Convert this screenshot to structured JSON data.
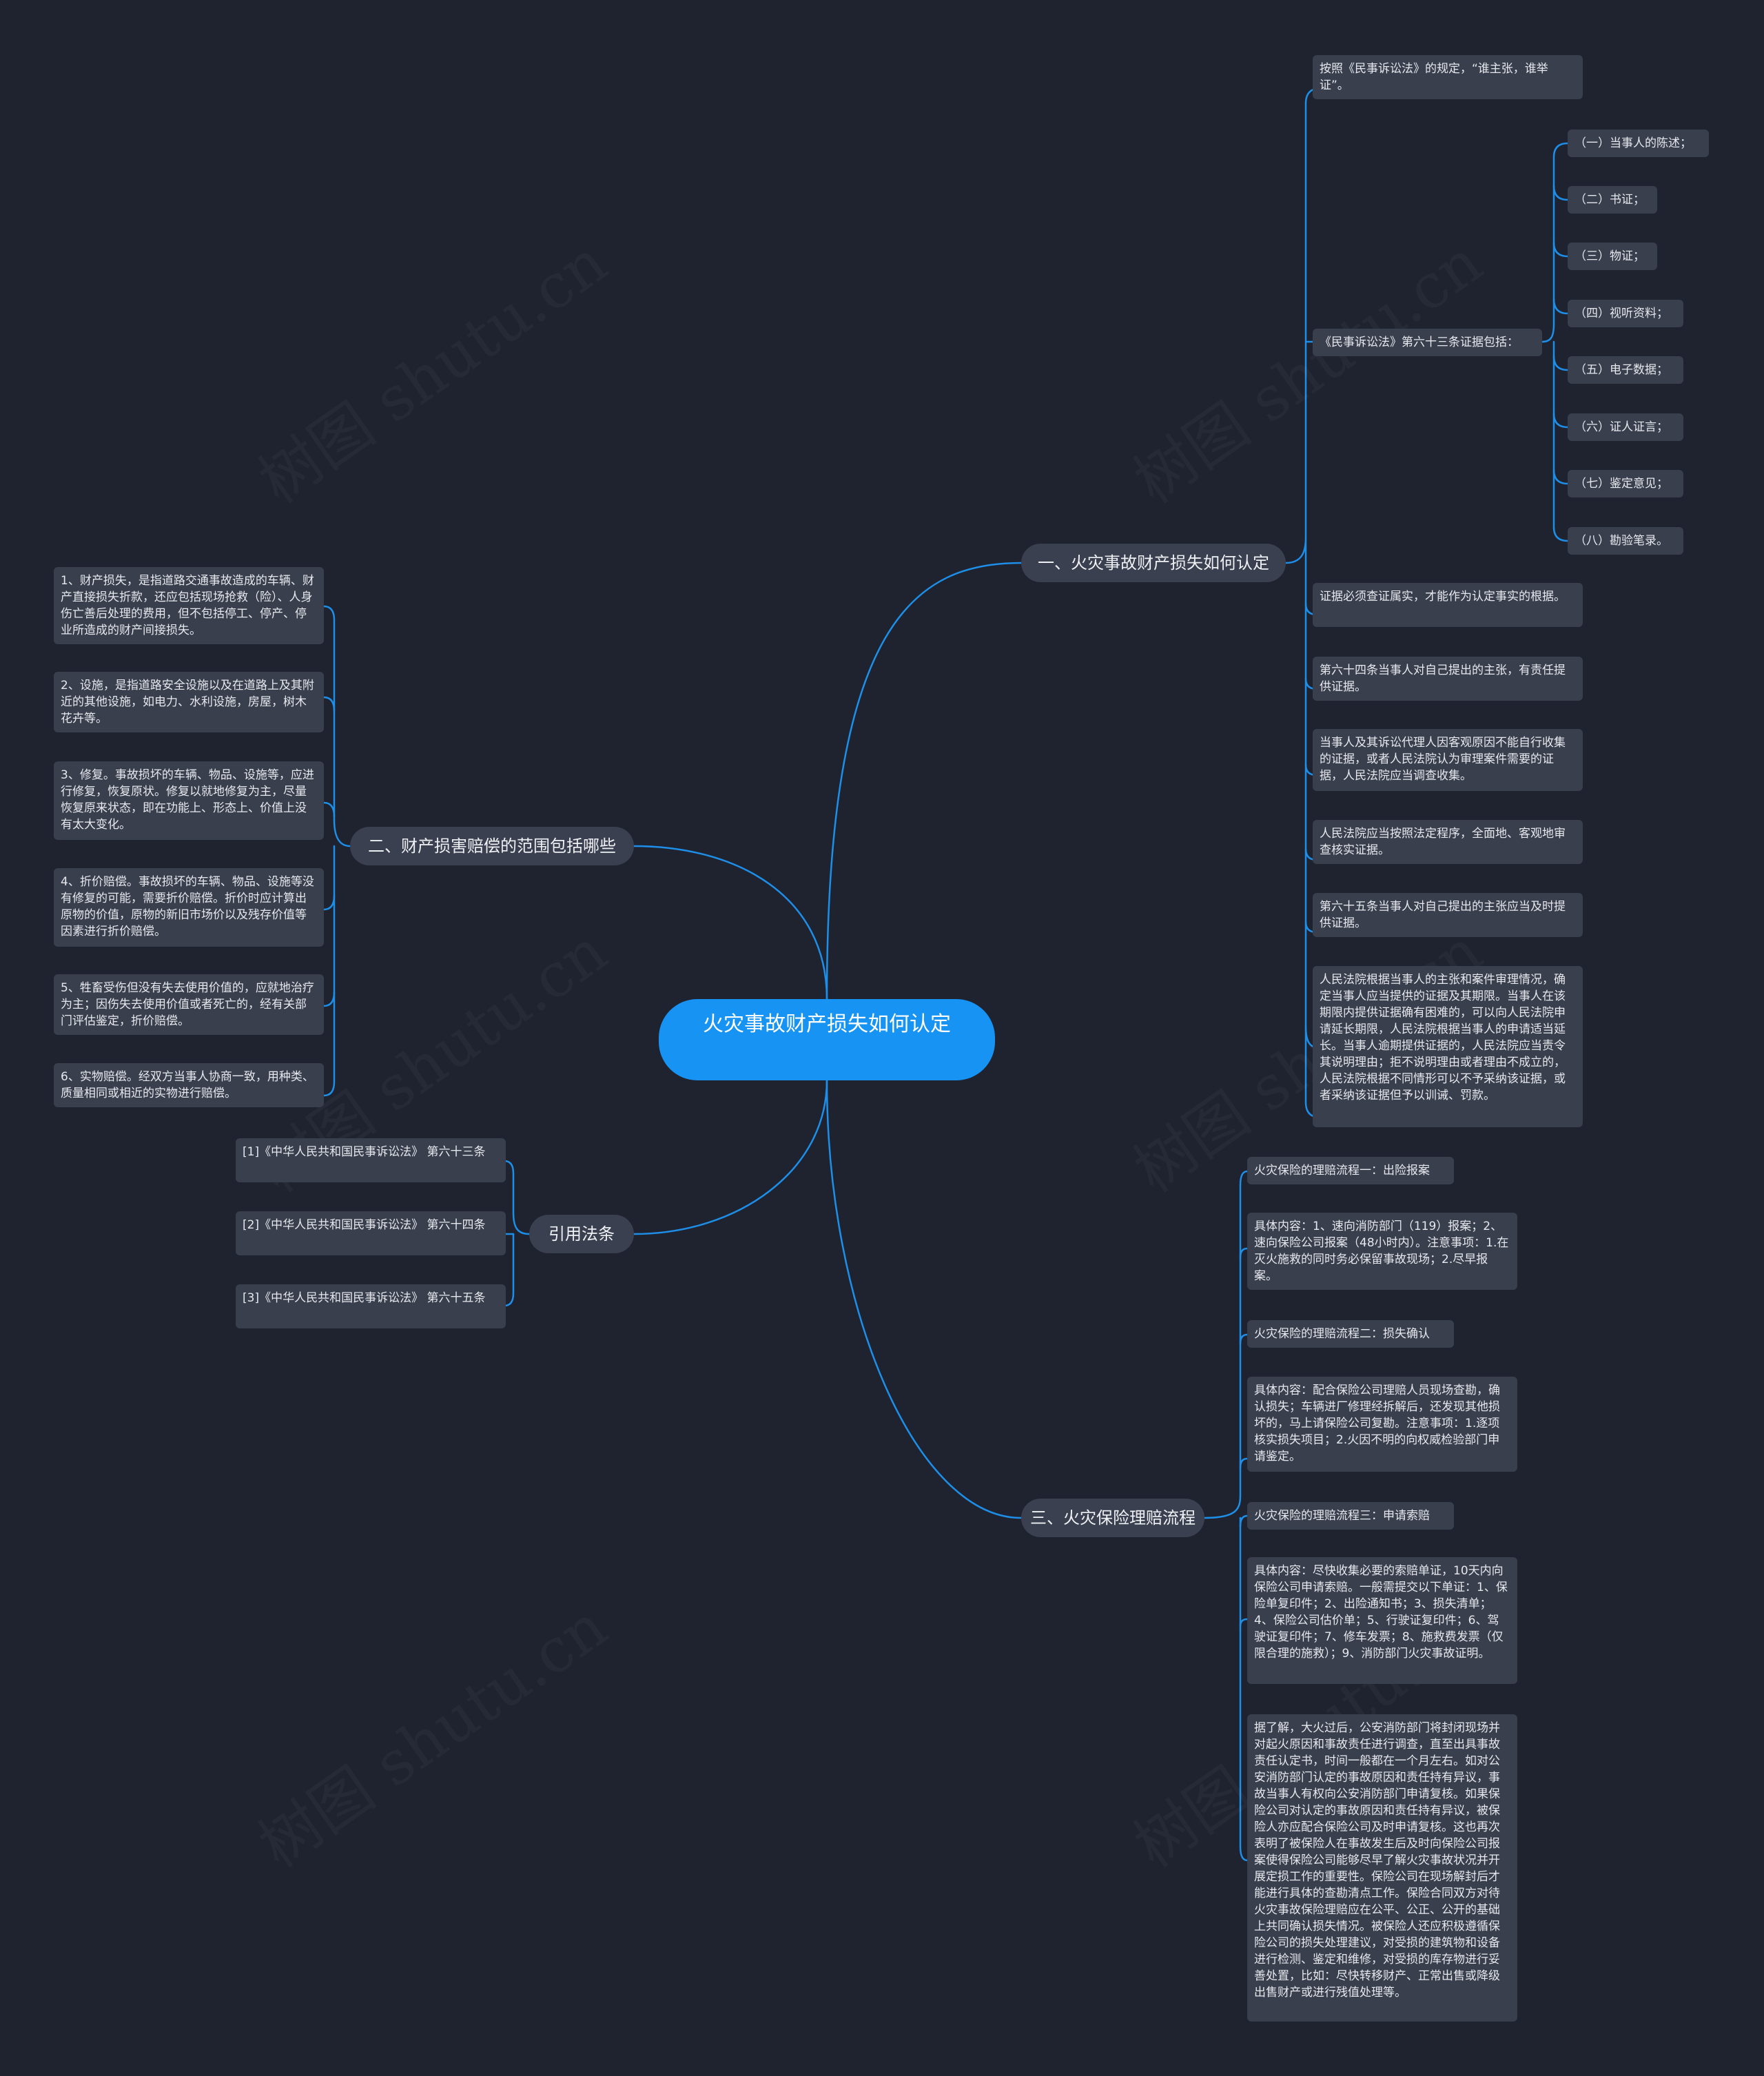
{
  "root": {
    "title": "火灾事故财产损失如何认定"
  },
  "watermark": "树图 shutu.cn",
  "branches": {
    "b1": {
      "title": "一、火灾事故财产损失如何认定",
      "items": [
        "按照《民事诉讼法》的规定，“谁主张，谁举证”。",
        "《民事诉讼法》第六十三条证据包括：",
        "证据必须查证属实，才能作为认定事实的根据。",
        "第六十四条当事人对自己提出的主张，有责任提供证据。",
        "当事人及其诉讼代理人因客观原因不能自行收集的证据，或者人民法院认为审理案件需要的证据，人民法院应当调查收集。",
        "人民法院应当按照法定程序，全面地、客观地审查核实证据。",
        "第六十五条当事人对自己提出的主张应当及时提供证据。",
        "人民法院根据当事人的主张和案件审理情况，确定当事人应当提供的证据及其期限。当事人在该期限内提供证据确有困难的，可以向人民法院申请延长期限，人民法院根据当事人的申请适当延长。当事人逾期提供证据的，人民法院应当责令其说明理由；拒不说明理由或者理由不成立的，人民法院根据不同情形可以不予采纳该证据，或者采纳该证据但予以训诫、罚款。"
      ],
      "evidence": [
        "（一）当事人的陈述；",
        "（二）书证；",
        "（三）物证；",
        "（四）视听资料；",
        "（五）电子数据；",
        "（六）证人证言；",
        "（七）鉴定意见；",
        "（八）勘验笔录。"
      ]
    },
    "b2": {
      "title": "二、财产损害赔偿的范围包括哪些",
      "items": [
        "1、财产损失，是指道路交通事故造成的车辆、财产直接损失折款，还应包括现场抢救（险）、人身伤亡善后处理的费用，但不包括停工、停产、停业所造成的财产间接损失。",
        "2、设施，是指道路安全设施以及在道路上及其附近的其他设施，如电力、水利设施，房屋，树木花卉等。",
        "3、修复。事故损坏的车辆、物品、设施等，应进行修复，恢复原状。修复以就地修复为主，尽量恢复原来状态，即在功能上、形态上、价值上没有太大变化。",
        "4、折价赔偿。事故损坏的车辆、物品、设施等没有修复的可能，需要折价赔偿。折价时应计算出原物的价值，原物的新旧市场价以及残存价值等因素进行折价赔偿。",
        "5、牲畜受伤但没有失去使用价值的，应就地治疗为主；因伤失去使用价值或者死亡的，经有关部门评估鉴定，折价赔偿。",
        "6、实物赔偿。经双方当事人协商一致，用种类、质量相同或相近的实物进行赔偿。"
      ]
    },
    "b3": {
      "title": "三、火灾保险理赔流程",
      "items": [
        "火灾保险的理赔流程一：出险报案",
        "具体内容：1、速向消防部门（119）报案；2、速向保险公司报案（48小时内）。注意事项：1.在灭火施救的同时务必保留事故现场；2.尽早报案。",
        "火灾保险的理赔流程二：损失确认",
        "具体内容：配合保险公司理赔人员现场查勘，确认损失；车辆进厂修理经拆解后，还发现其他损坏的，马上请保险公司复勘。注意事项：1.逐项核实损失项目；2.火因不明的向权威检验部门申请鉴定。",
        "火灾保险的理赔流程三：申请索赔",
        "具体内容：尽快收集必要的索赔单证，10天内向保险公司申请索赔。一般需提交以下单证：1、保险单复印件；2、出险通知书；3、损失清单；4、保险公司估价单；5、行驶证复印件；6、驾驶证复印件；7、修车发票；8、施救费发票（仅限合理的施救）；9、消防部门火灾事故证明。",
        "据了解，大火过后，公安消防部门将封闭现场并对起火原因和事故责任进行调查，直至出具事故责任认定书，时间一般都在一个月左右。如对公安消防部门认定的事故原因和责任持有异议，事故当事人有权向公安消防部门申请复核。如果保险公司对认定的事故原因和责任持有异议，被保险人亦应配合保险公司及时申请复核。这也再次表明了被保险人在事故发生后及时向保险公司报案使得保险公司能够尽早了解火灾事故状况并开展定损工作的重要性。保险公司在现场解封后才能进行具体的查勘清点工作。保险合同双方对待火灾事故保险理赔应在公平、公正、公开的基础上共同确认损失情况。被保险人还应积极遵循保险公司的损失处理建议，对受损的建筑物和设备进行检测、鉴定和维修，对受损的库存物进行妥善处置，比如：尽快转移财产、正常出售或降级出售财产或进行残值处理等。"
      ]
    },
    "b4": {
      "title": "引用法条",
      "items": [
        "[1]《中华人民共和国民事诉讼法》 第六十三条",
        "[2]《中华人民共和国民事诉讼法》 第六十四条",
        "[3]《中华人民共和国民事诉讼法》 第六十五条"
      ]
    }
  },
  "colors": {
    "background": "#1f2330",
    "root": "#1793f3",
    "node": "#3a3f4d",
    "link": "#1e8fe8"
  }
}
